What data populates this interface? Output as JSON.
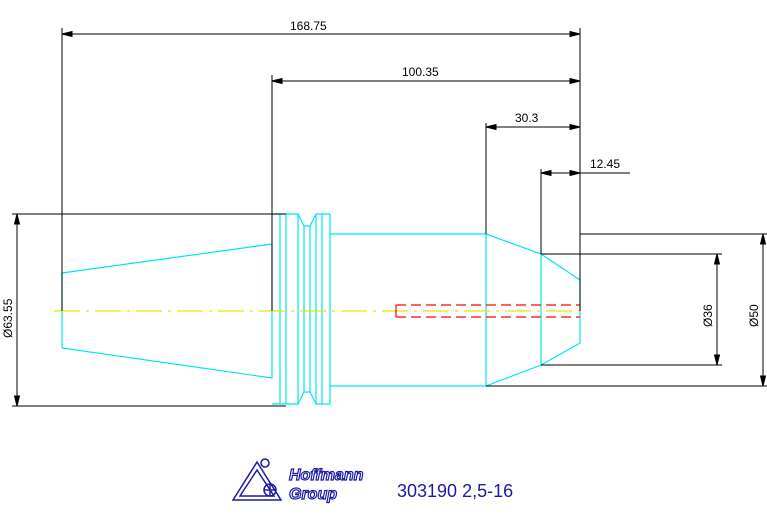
{
  "dimensions": {
    "overall_length": "168.75",
    "length_to_collar": "100.35",
    "nose_length": "30.3",
    "bore_depth": "12.45",
    "shank_diameter": "Ø63.55",
    "bore_diameter": "Ø36",
    "nose_diameter": "Ø50"
  },
  "logo": {
    "line1": "Hoffmann",
    "line2": "Group"
  },
  "part_number": "303190 2,5-16",
  "colors": {
    "outline": "#00e5ee",
    "dimension": "#000000",
    "centerline": "#e6e600",
    "hidden_line": "#ff0000",
    "brand": "#1a1aa6"
  }
}
